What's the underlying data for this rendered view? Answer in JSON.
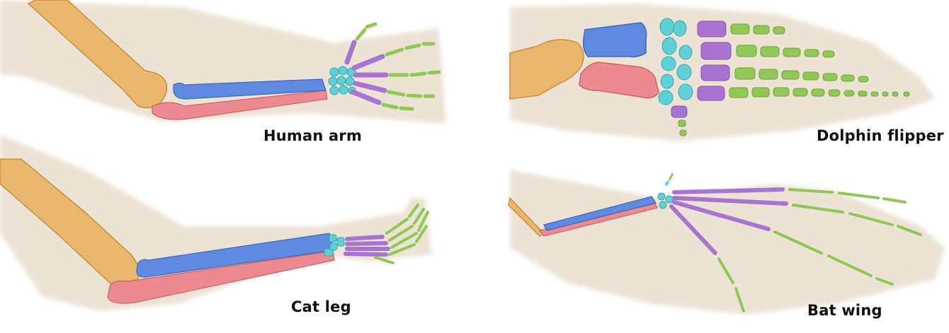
{
  "labels": {
    "human_arm": "Human arm",
    "cat_leg": "Cat leg",
    "dolphin_flipper": "Dolphin flipper",
    "bat_wing": "Bat wing"
  },
  "legend_colors": {
    "humerus": "#e9b66d",
    "radius": "#5e8be0",
    "ulna": "#ec8a8f",
    "carpals": "#5fd0d6",
    "metacarpals": "#a874d1",
    "phalanges": "#90c855",
    "skin": "#ece2d3"
  }
}
